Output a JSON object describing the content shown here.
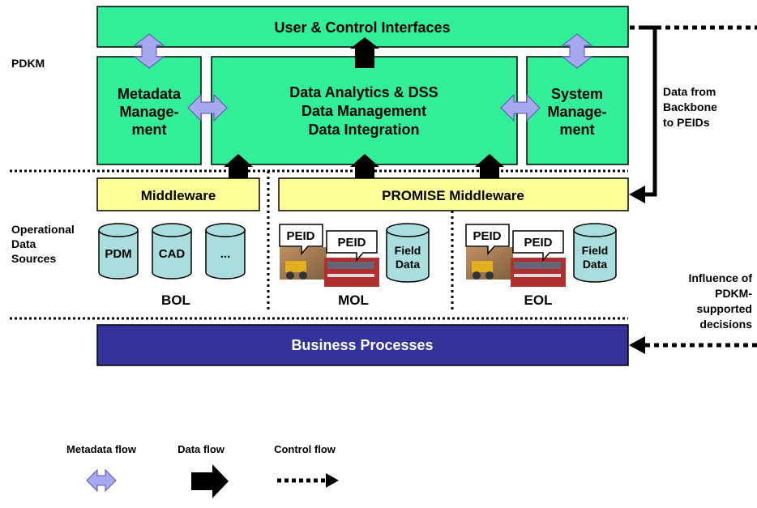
{
  "labels": {
    "pdkm": "PDKM",
    "operational_sources": [
      "Operational",
      "Data",
      "Sources"
    ],
    "data_from_backbone": [
      "Data from",
      "Backbone",
      "to PEIDs"
    ],
    "influence": [
      "Influence of",
      "PDKM-",
      "supported",
      "decisions"
    ]
  },
  "boxes": {
    "user_control": "User & Control Interfaces",
    "metadata_management": [
      "Metadata",
      "Manage-",
      "ment"
    ],
    "data_analytics": [
      "Data Analytics & DSS",
      "Data Management",
      "Data Integration"
    ],
    "system_management": [
      "System",
      "Manage-",
      "ment"
    ],
    "middleware": "Middleware",
    "promise_middleware": "PROMISE Middleware",
    "business_processes": "Business Processes"
  },
  "sources": {
    "bol": {
      "label": "BOL",
      "cylinders": [
        "PDM",
        "CAD",
        "..."
      ]
    },
    "mol": {
      "label": "MOL",
      "peids": [
        "PEID",
        "PEID"
      ],
      "field": [
        "Field",
        "Data"
      ]
    },
    "eol": {
      "label": "EOL",
      "peids": [
        "PEID",
        "PEID"
      ],
      "field": [
        "Field",
        "Data"
      ]
    }
  },
  "legend": {
    "metadata_flow": "Metadata flow",
    "data_flow": "Data flow",
    "control_flow": "Control flow"
  },
  "colors": {
    "green_box": "#33ee99",
    "yellow_box": "#ffff99",
    "blue_box": "#333399",
    "cylinder": "#aadddd",
    "metadata_arrow": "#a8a8f0"
  }
}
